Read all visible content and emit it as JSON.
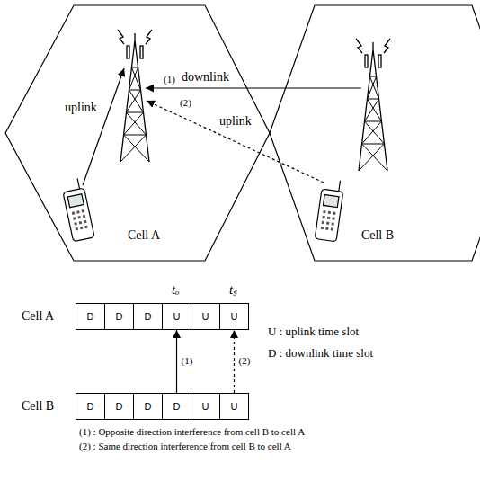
{
  "diagram": {
    "nodes": [
      {
        "text": [
          "Cell A"
        ]
      },
      {
        "text": [
          "Cell B"
        ]
      },
      {
        "text": [
          "D"
        ]
      },
      {
        "text": [
          "D"
        ]
      },
      {
        "text": [
          "D"
        ]
      },
      {
        "text": [
          "U"
        ]
      },
      {
        "text": [
          "U"
        ]
      },
      {
        "text": [
          "U"
        ]
      },
      {
        "text": [
          "D"
        ]
      },
      {
        "text": [
          "D"
        ]
      },
      {
        "text": [
          "D"
        ]
      },
      {
        "text": [
          "D"
        ]
      },
      {
        "text": [
          "U"
        ]
      },
      {
        "text": [
          "U"
        ]
      }
    ],
    "edges": [
      {
        "from": 11,
        "to": 5,
        "arrow": "to",
        "label": "(1)"
      },
      {
        "from": 13,
        "to": 7,
        "arrow": "to",
        "label": "(2)"
      }
    ],
    "labels": [
      "uplink",
      "(1)",
      "downlink",
      "(2)",
      "uplink",
      "tₒ",
      "tₛ",
      "Cell A",
      "Cell B",
      "U : uplink time slot",
      "D : downlink time slot",
      "(1) : Opposite direction interference from cell B to cell A",
      "(2) : Same direction interference from cell B to cell A"
    ]
  }
}
